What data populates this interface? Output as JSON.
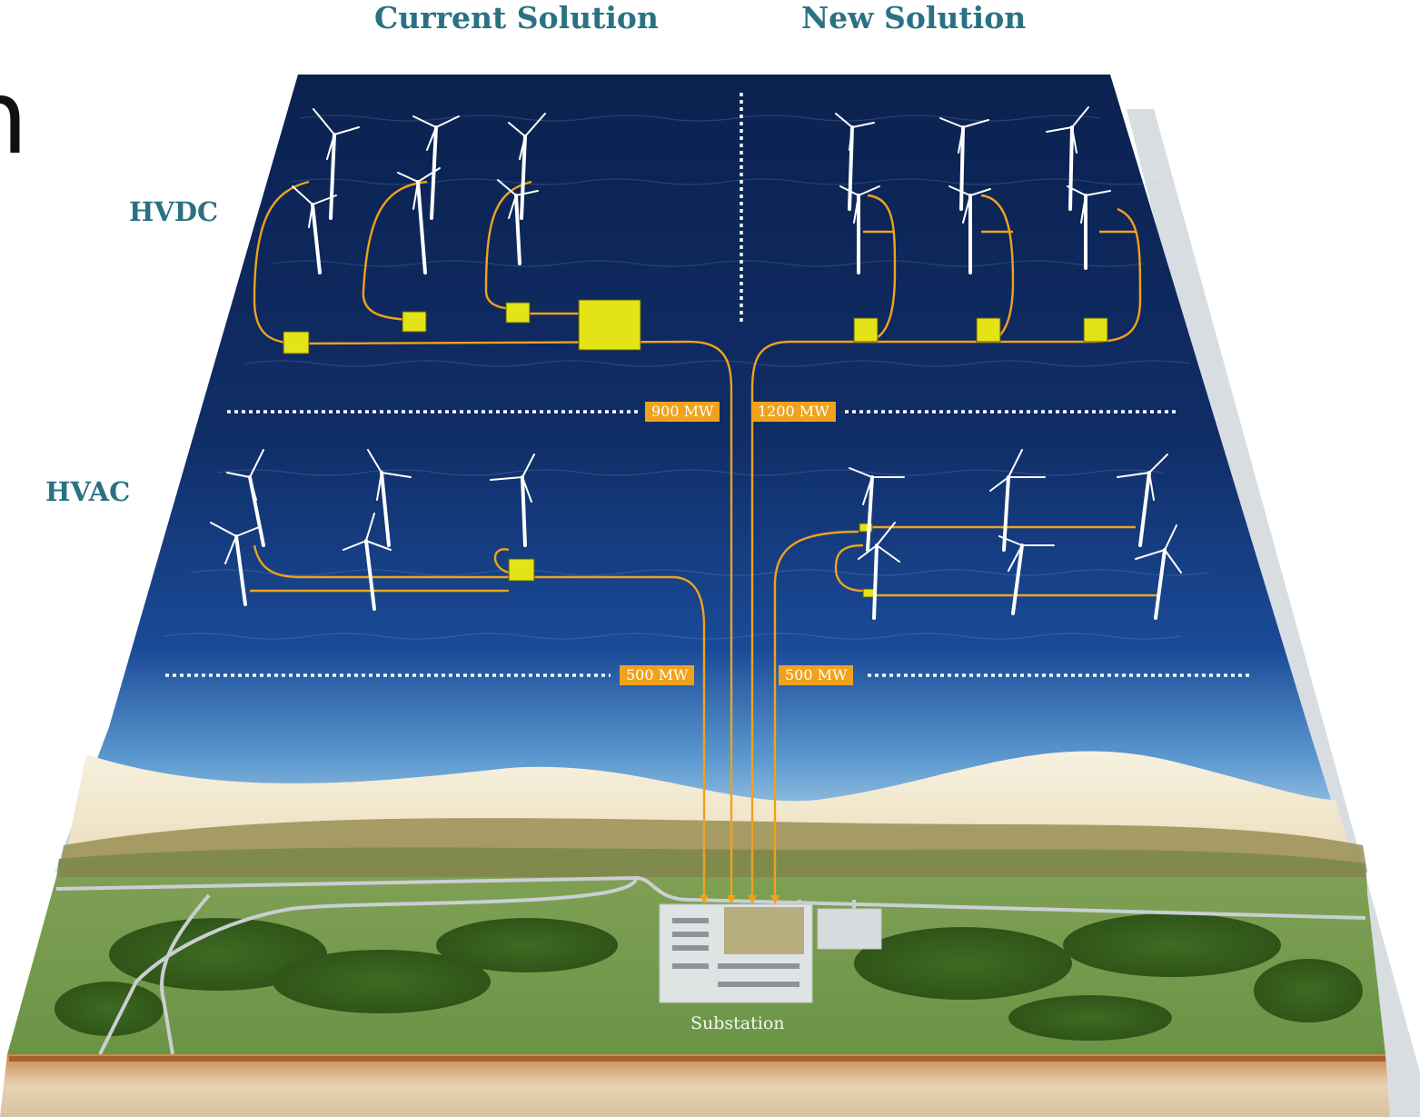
{
  "headers": {
    "left": "Current Solution",
    "right": "New Solution"
  },
  "rows": {
    "top": "HVDC",
    "bottom": "HVAC"
  },
  "edge_glyph": "n",
  "capacities": {
    "hvdc_current": "900 MW",
    "hvdc_new": "1200 MW",
    "hvac_current": "500 MW",
    "hvac_new": "500 MW"
  },
  "substation_label": "Substation",
  "colors": {
    "sea_deep": "#0b2250",
    "sea_mid": "#173f8a",
    "beach": "#f1e6c8",
    "land": "#5f8a3c",
    "soil": "#b8773c",
    "cable": "#f0a21d",
    "platform": "#e4e316",
    "label_text": "#2a7182"
  }
}
